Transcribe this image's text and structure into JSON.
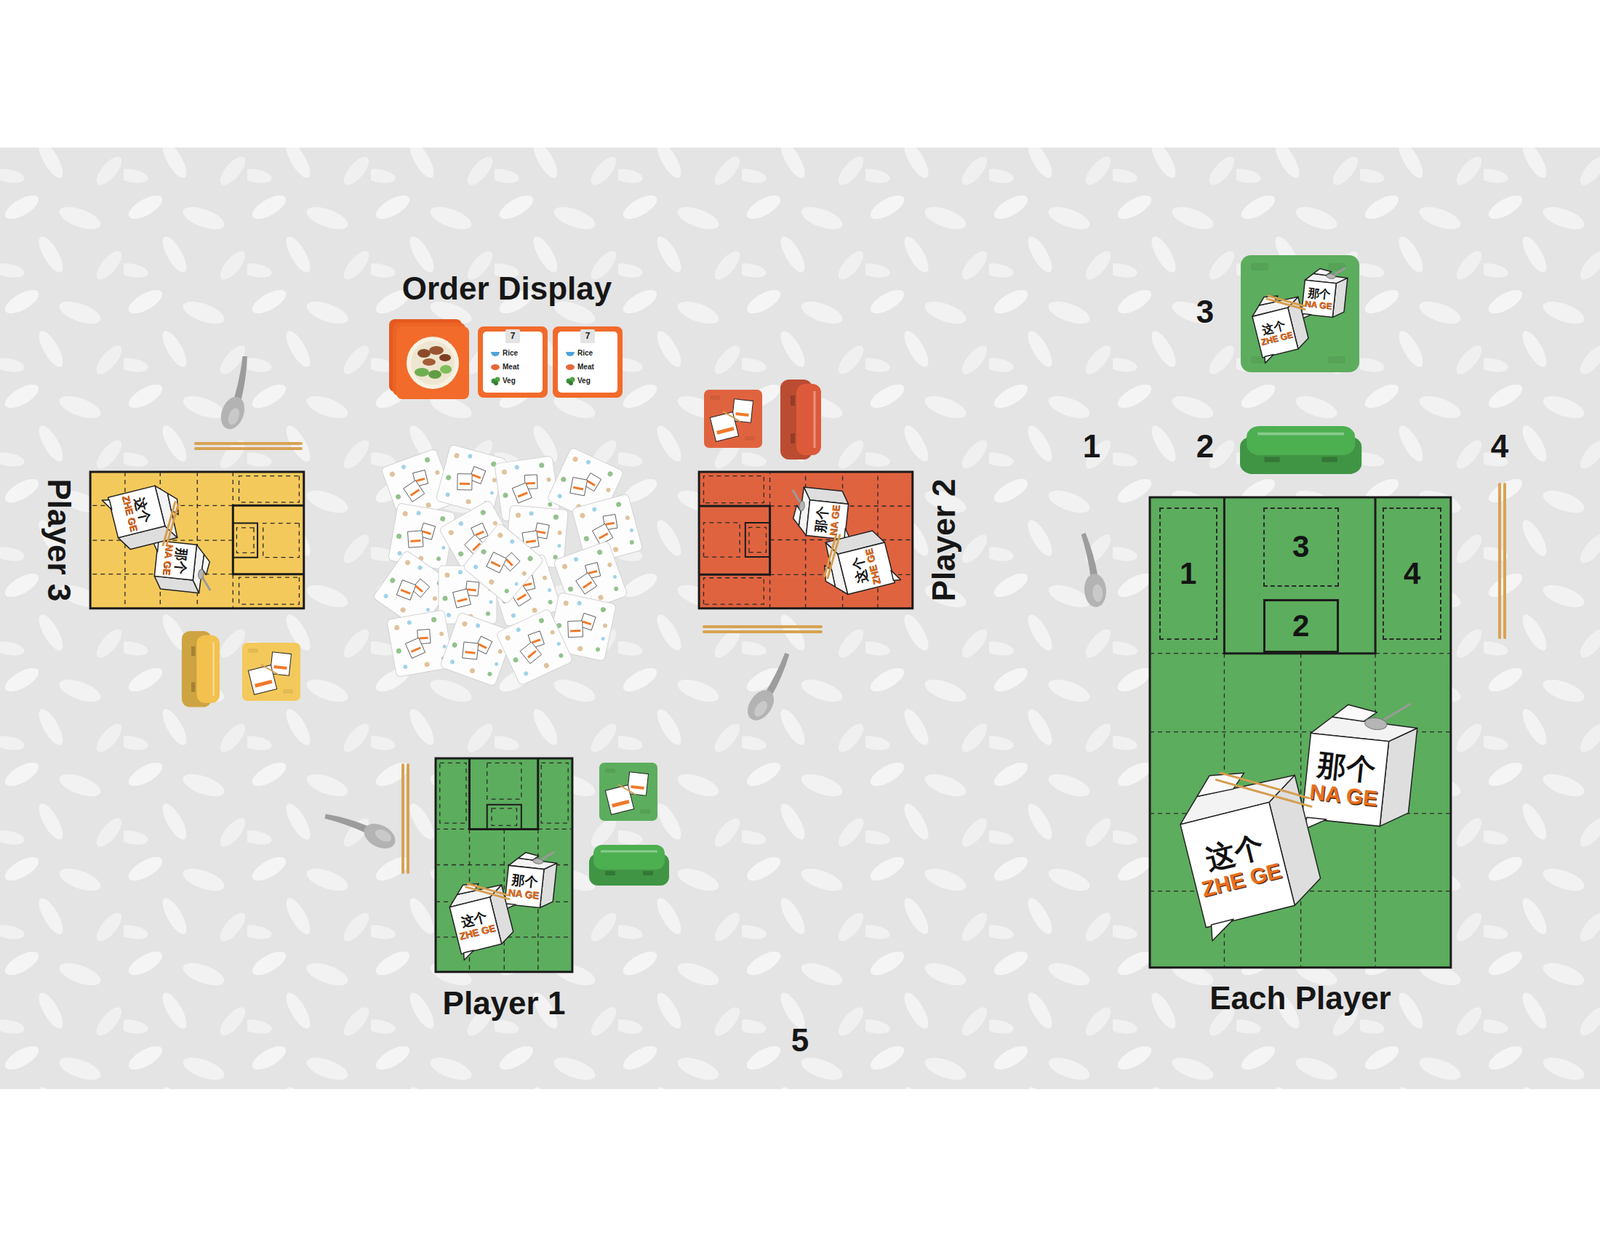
{
  "diagram": {
    "nodes": [
      {
        "text": [
          "那个",
          "NA GE"
        ]
      },
      {
        "text": [
          "这个",
          "ZHE GE"
        ]
      },
      {
        "text": [
          "7",
          "Rice",
          "Meat",
          "Veg"
        ]
      },
      {
        "text": [
          "7",
          "Rice",
          "Meat",
          "Veg"
        ]
      },
      {
        "text": [
          "Player 3"
        ]
      },
      {
        "text": [
          "那个",
          "NA GE"
        ],
        "in": 4
      },
      {
        "text": [
          "这个",
          "ZHE GE"
        ],
        "in": 4
      },
      {
        "text": [
          "Player 2"
        ]
      },
      {
        "text": [
          "那个",
          "NA GE"
        ],
        "in": 7
      },
      {
        "text": [
          "这个",
          "ZHE GE"
        ],
        "in": 7
      },
      {
        "text": [
          "Each Player"
        ]
      },
      {
        "text": [
          "1"
        ],
        "in": 10
      },
      {
        "text": [
          "3"
        ],
        "in": 10
      },
      {
        "text": [
          "2"
        ],
        "in": 10
      },
      {
        "text": [
          "4"
        ],
        "in": 10
      },
      {
        "text": [
          "那个",
          "NA GE"
        ],
        "in": 10
      },
      {
        "text": [
          "这个",
          "ZHE GE"
        ],
        "in": 10
      },
      {
        "text": [
          "Player 1"
        ]
      },
      {
        "text": [
          "那个",
          "NA GE"
        ],
        "in": 17
      },
      {
        "text": [
          "这个",
          "ZHE GE"
        ],
        "in": 17
      }
    ],
    "labels": [
      "Order Display",
      "3",
      "1",
      "2",
      "4",
      "5"
    ]
  }
}
